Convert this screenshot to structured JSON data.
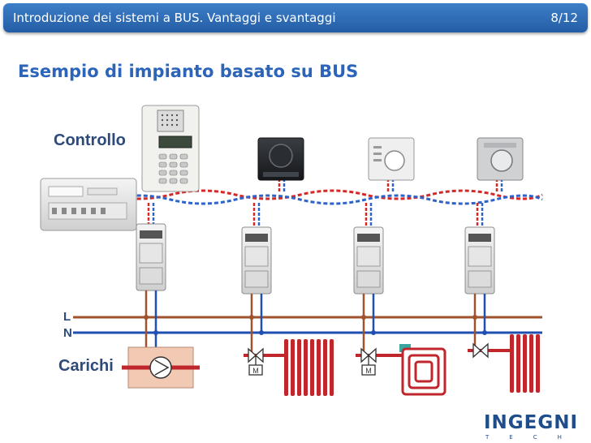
{
  "header": {
    "title": "Introduzione dei sistemi a BUS. Vantaggi e svantaggi",
    "page": "8/12"
  },
  "slide": {
    "title": "Esempio di impianto basato su BUS"
  },
  "diagram": {
    "label_control": "Controllo",
    "label_loads": "Carichi",
    "line_phase": "L",
    "line_neutral": "N",
    "valve_motor_label": "M",
    "colors": {
      "phase_line": "#a0522d",
      "neutral_line": "#1f4fb0",
      "bus_red": "#d62828",
      "bus_blue": "#2f63c8",
      "radiator": "#c0272d"
    },
    "icons": [
      "controller-icon",
      "power-supply-icon",
      "thermostat-icon",
      "actuator-icon",
      "pump-icon",
      "valve-icon",
      "radiator-icon",
      "floor-heating-icon"
    ]
  },
  "logo": {
    "text": "INGEGNI",
    "subtext": "TECH"
  }
}
